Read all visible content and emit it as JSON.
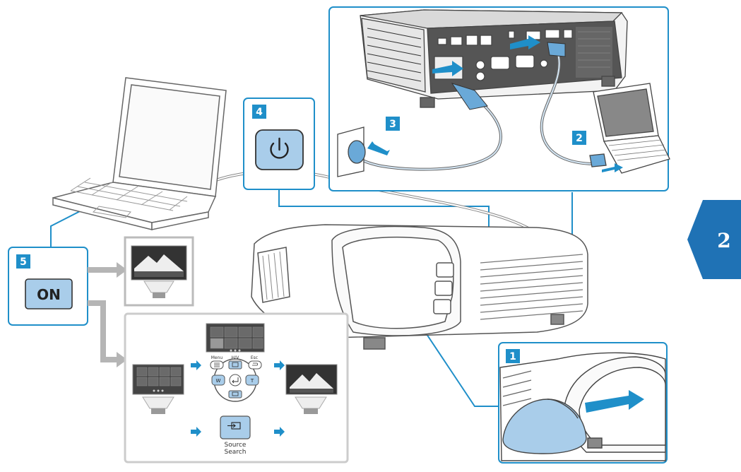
{
  "steps": {
    "s1": "1",
    "s2": "2",
    "s3": "3",
    "s4": "4",
    "s5": "5"
  },
  "on_button_label": "ON",
  "chapter_tab": "2",
  "remote": {
    "menu": "Menu",
    "hv": "H/V",
    "esc": "Esc",
    "w": "W",
    "t": "T"
  },
  "source_search": {
    "line1": "Source",
    "line2": "Search"
  },
  "colors": {
    "accent": "#1f8fc9",
    "button_fill": "#a9cdea",
    "tab": "#1f72b5",
    "outline": "#555555",
    "gray_arrow": "#b5b5b5"
  },
  "icons": [
    "power-icon",
    "arrow-right-icon",
    "source-icon",
    "enter-icon",
    "menu-icon",
    "return-icon"
  ]
}
